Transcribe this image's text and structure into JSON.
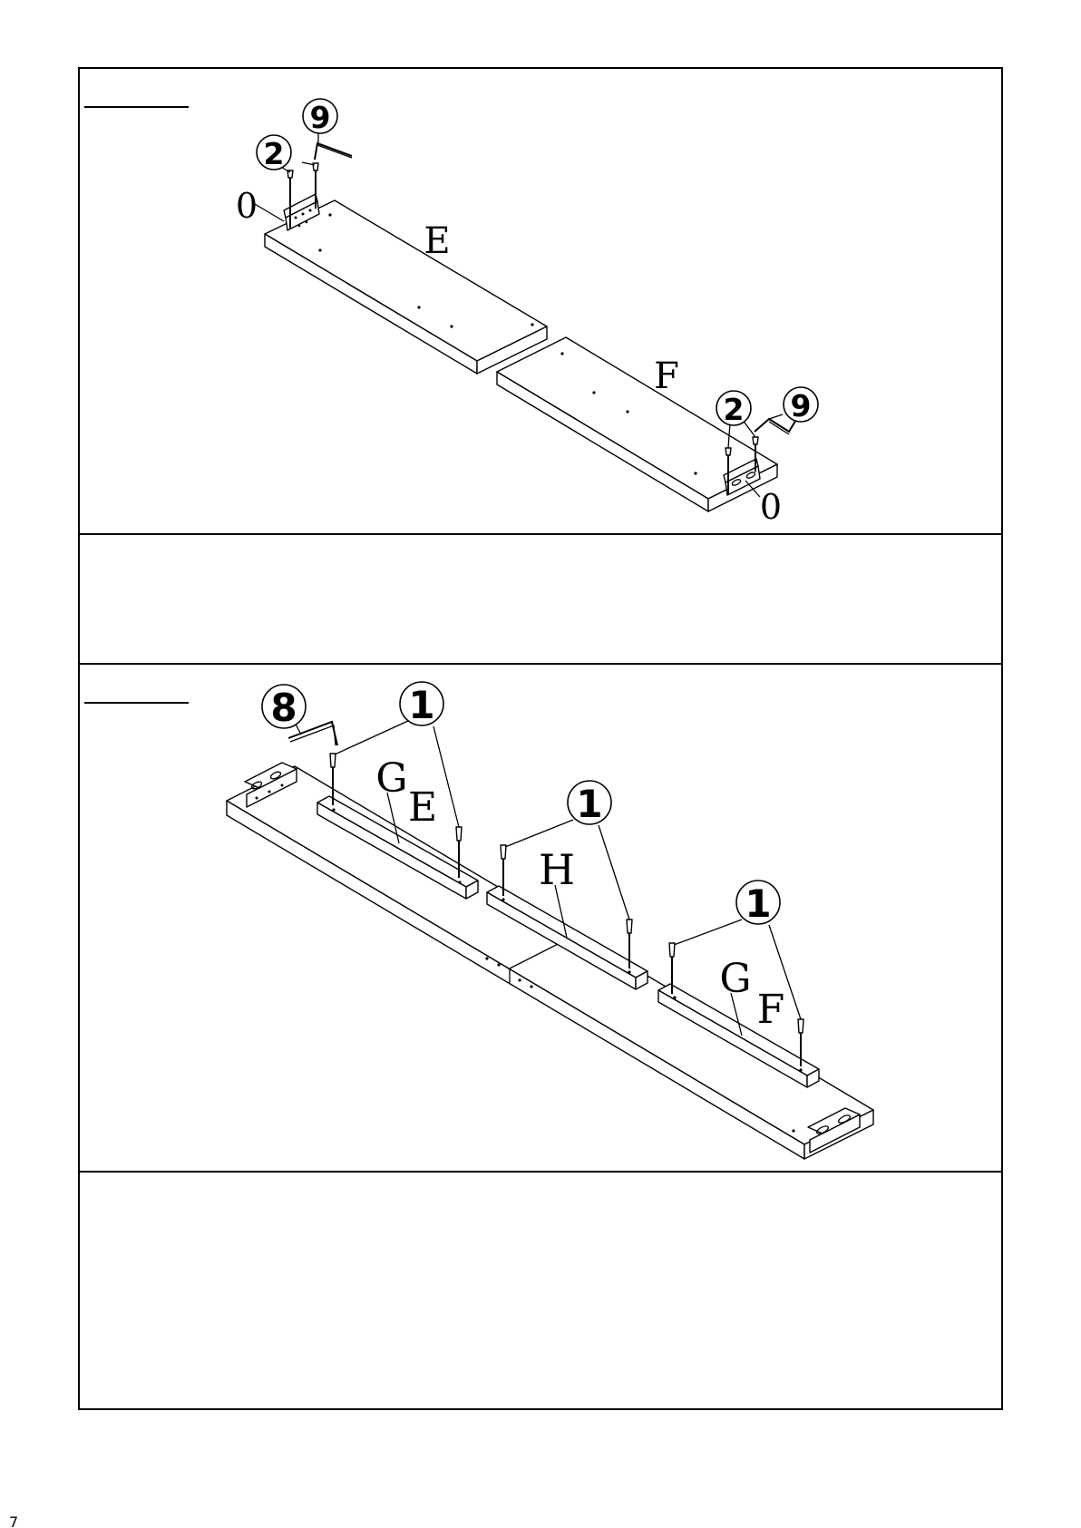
{
  "step1": {
    "labels": {
      "panel_left": "E",
      "panel_right": "F",
      "bracket": "0",
      "screw": "2",
      "key": "9"
    }
  },
  "step2": {
    "labels": {
      "panel_left": "E",
      "panel_right": "F",
      "batten_end": "G",
      "batten_mid": "H",
      "screw": "1",
      "key": "8"
    }
  },
  "page_number": "7"
}
